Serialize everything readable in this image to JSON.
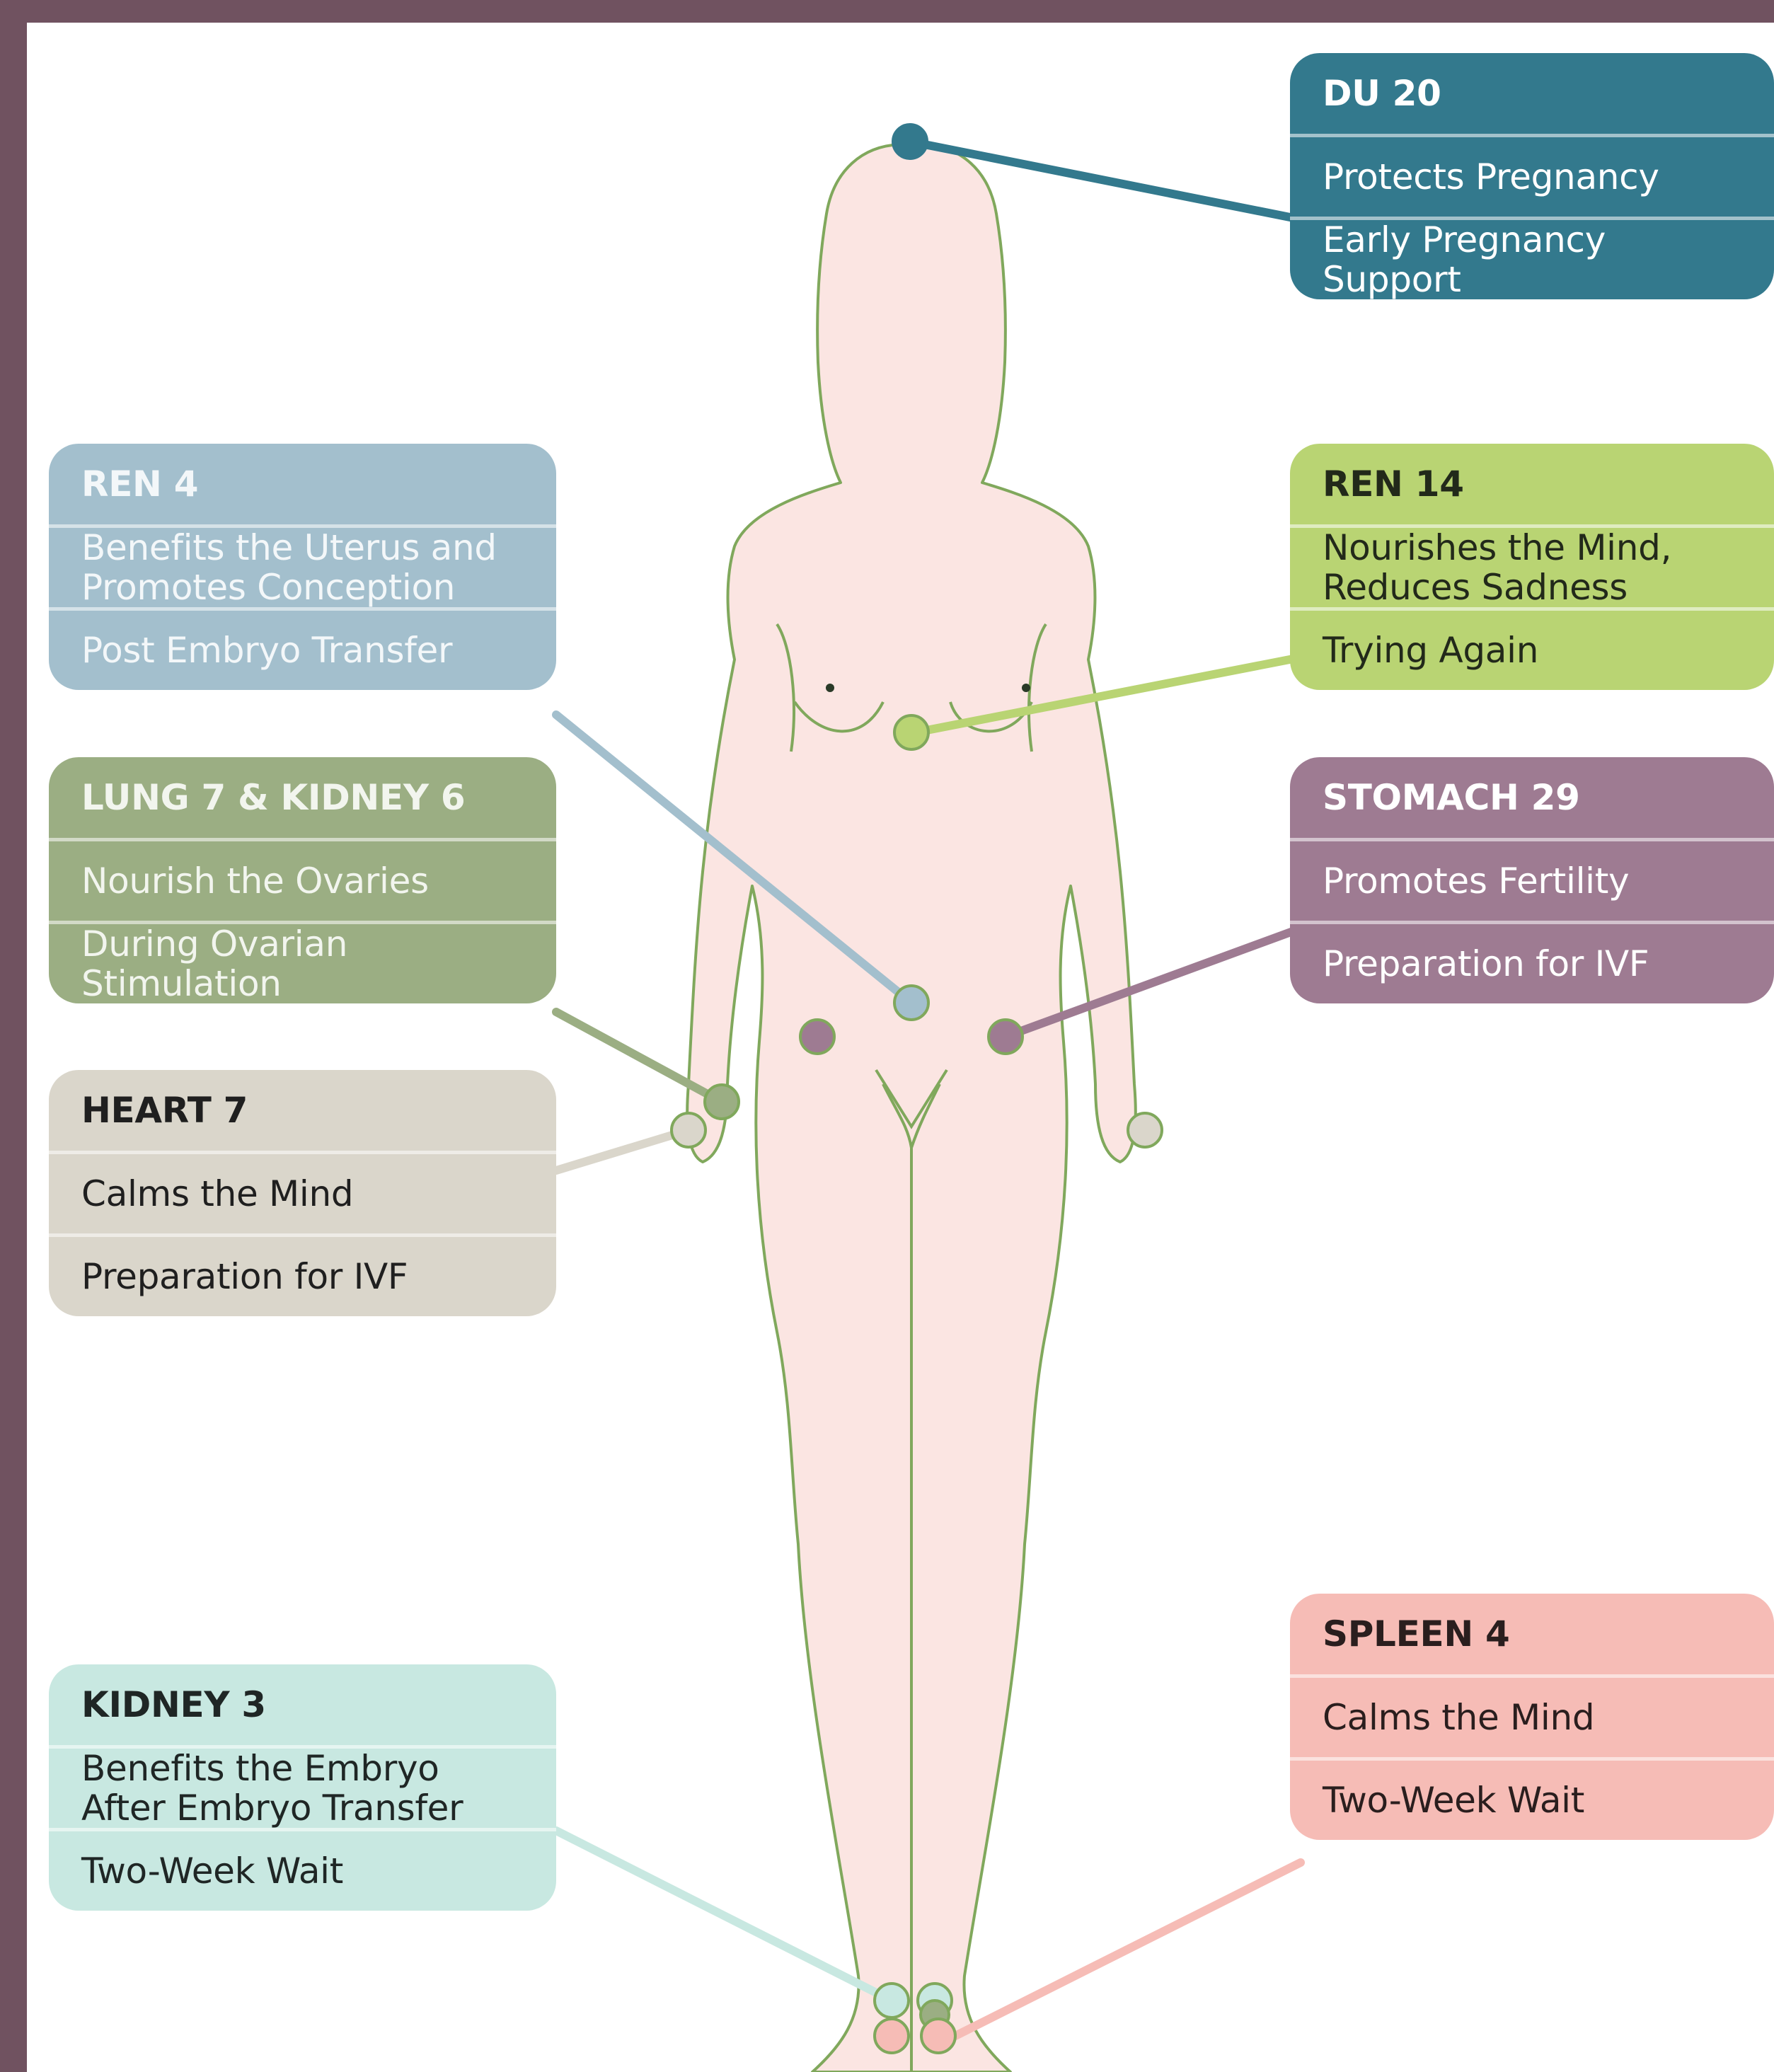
{
  "points": {
    "du20": {
      "name": "DU 20",
      "benefit": "Protects Pregnancy",
      "stage": "Early Pregnancy Support",
      "color": "#33798d",
      "text_color": "#ffffff"
    },
    "ren4": {
      "name": "REN 4",
      "benefit": "Benefits the Uterus and\nPromotes Conception",
      "stage": "Post Embryo Transfer",
      "color": "#a3bfcd",
      "text_color": "#f3f7f9"
    },
    "ren14": {
      "name": "REN 14",
      "benefit": "Nourishes the Mind,\nReduces Sadness",
      "stage": "Trying Again",
      "color": "#b9d473",
      "text_color": "#22291a"
    },
    "lung7_kidney6": {
      "name": "LUNG 7 & KIDNEY 6",
      "benefit": "Nourish the Ovaries",
      "stage": "During Ovarian\nStimulation",
      "color": "#9bae83",
      "text_color": "#f2f5ee"
    },
    "stomach29": {
      "name": "STOMACH 29",
      "benefit": "Promotes Fertility",
      "stage": "Preparation for IVF",
      "color": "#9e7b92",
      "text_color": "#ffffff"
    },
    "heart7": {
      "name": "HEART 7",
      "benefit": "Calms the Mind",
      "stage": "Preparation for IVF",
      "color": "#dad6cb",
      "text_color": "#1f1f1f"
    },
    "kidney3": {
      "name": "KIDNEY 3",
      "benefit": "Benefits the Embryo\nAfter Embryo Transfer",
      "stage": "Two-Week Wait",
      "color": "#c8e8e1",
      "text_color": "#1f2625"
    },
    "spleen4": {
      "name": "SPLEEN 4",
      "benefit": "Calms the Mind",
      "stage": "Two-Week Wait",
      "color": "#f6bcb6",
      "text_color": "#2a1e1e"
    }
  },
  "colors": {
    "frame": "#705260",
    "body_fill": "#fbe5e2",
    "body_outline": "#80a85c"
  }
}
